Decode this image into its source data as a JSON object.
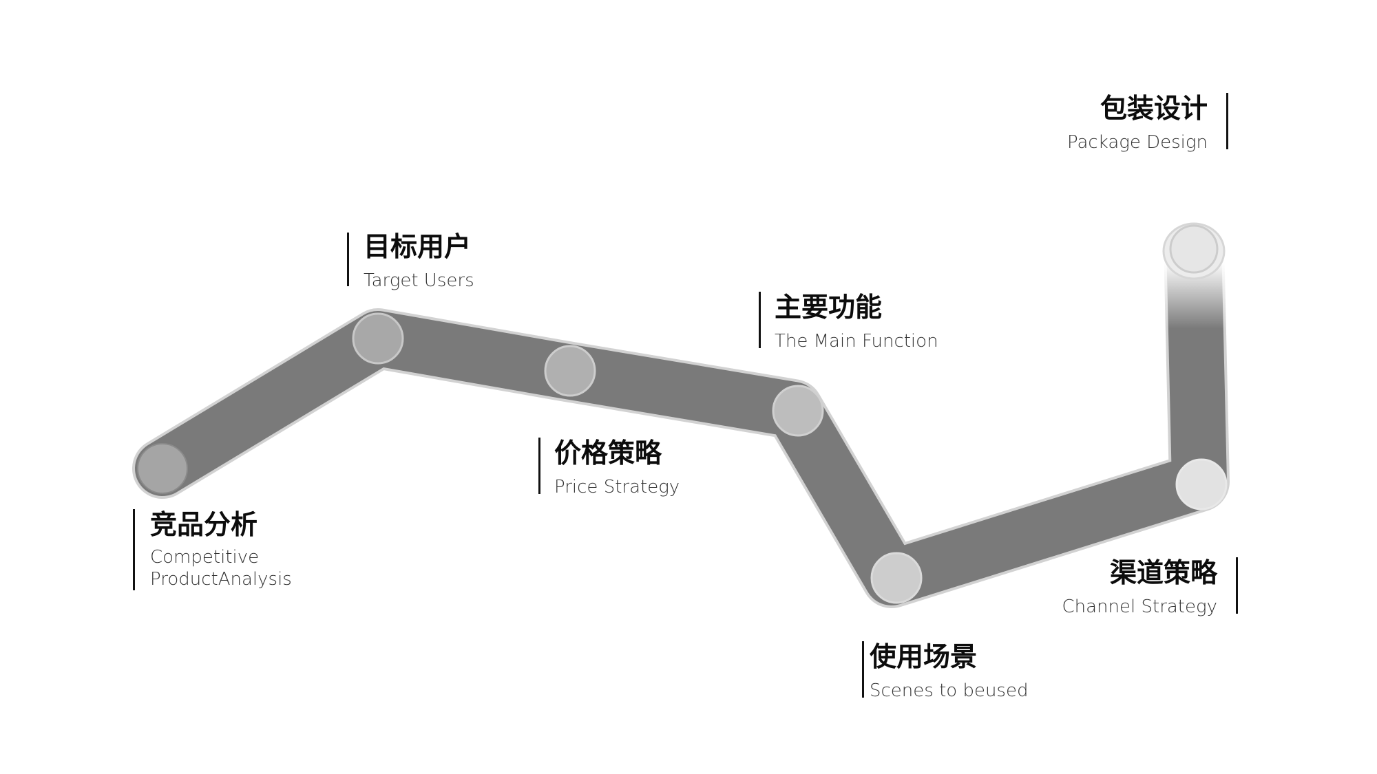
{
  "steps": [
    {
      "title": "竞品分析",
      "subtitle_lines": [
        "Competitive",
        "ProductAnalysis"
      ]
    },
    {
      "title": "目标用户",
      "subtitle_lines": [
        "Target Users"
      ]
    },
    {
      "title": "价格策略",
      "subtitle_lines": [
        "Price Strategy"
      ]
    },
    {
      "title": "主要功能",
      "subtitle_lines": [
        "The Main Function"
      ]
    },
    {
      "title": "使用场景",
      "subtitle_lines": [
        "Scenes to beused"
      ]
    },
    {
      "title": "渠道策略",
      "subtitle_lines": [
        "Channel Strategy"
      ]
    },
    {
      "title": "包装设计",
      "subtitle_lines": [
        "Package Design"
      ]
    }
  ],
  "colors": {
    "tube": "#7a7a7a",
    "tube_edge": "#cfcfcf",
    "node_dark": "#a5a5a5",
    "node_light": "#e6e6e6",
    "text": "#111111"
  }
}
